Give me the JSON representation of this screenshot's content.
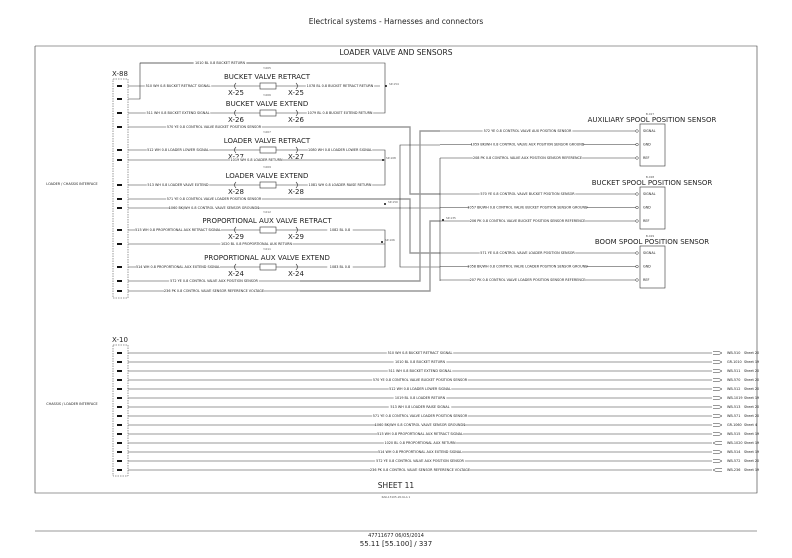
{
  "header": {
    "title": "Electrical systems - Harnesses and connectors"
  },
  "diagram": {
    "title": "LOADER VALVE AND SENSORS",
    "top_connector": "X-88",
    "top_interface": "LOADER / CHASSIS INTERFACE",
    "bottom_connector": "X-10",
    "bottom_interface": "CHASSIS / LOADER INTERFACE",
    "sheet": "SHEET 11",
    "drawing_ref": "RAIL13105-20-KLA   1",
    "splices": [
      "SP-154",
      "SP-108",
      "SP-150",
      "SP-106",
      "SP-135"
    ],
    "valves": [
      {
        "id": "Y-005",
        "name": "BUCKET VALVE RETRACT",
        "conn": "X-25",
        "in": "510 WH 0.8 BUCKET RETRACT SIGNAL",
        "out": "1078 BL 0.8 BUCKET RETRACT RETURN"
      },
      {
        "id": "Y-006",
        "name": "BUCKET VALVE EXTEND",
        "conn": "X-26",
        "in": "511 WH 0.8 BUCKET EXTEND SIGNAL",
        "out": "1079 BL 0.8 BUCKET EXTEND RETURN"
      },
      {
        "id": "Y-007",
        "name": "LOADER VALVE RETRACT",
        "conn": "X-27",
        "in": "512 WH 0.8 LOADER LOWER SIGNAL",
        "out": "1080 WH 0.8 LOADER LOWER SIGNAL"
      },
      {
        "id": "Y-009",
        "name": "LOADER VALVE EXTEND",
        "conn": "X-28",
        "in": "513 WH 0.8 LOADER VALVE EXTEND",
        "out": "1081 WH 0.8 LOADER RAISE RETURN"
      },
      {
        "id": "Y-012",
        "name": "PROPORTIONAL AUX VALVE RETRACT",
        "conn": "X-29",
        "in": "515 WH 0.8 PROPORTIONAL AUX RETRACT SIGNAL",
        "out": "1082 BL 0.8"
      },
      {
        "id": "Y-011",
        "name": "PROPORTIONAL AUX VALVE EXTEND",
        "conn": "X-24",
        "in": "514 WH 0.8 PROPORTIONAL AUX EXTEND SIGNAL",
        "out": "1083 BL 0.8"
      }
    ],
    "other_wires": [
      "1010 BL 0.8 BUCKET RETURN",
      "570 YE 0.8 CONTROL VALVE BUCKET POSITION SENSOR",
      "1019 WH 0.8 LOADER RETURN",
      "571 YE 0.8 CONTROL VALVE LOADER POSITION SENSOR",
      "1060 BK/WH 0.8 CONTROL VALVE SENSOR GROUNDS",
      "1020 BL 0.8 PROPORTIONAL AUX RETURN",
      "572 YE 0.8 CONTROL VALVE AUX POSITION SENSOR",
      "236 PK 0.8 CONTROL VALVE SENSOR REFERENCE VOLTAGE"
    ],
    "sensors": [
      {
        "id": "B-027",
        "name": "AUXILIARY SPOOL POSITION SENSOR",
        "pins": [
          "SIGNAL",
          "GND",
          "REF"
        ],
        "wires": [
          "572 YE 0.8 CONTROL VALVE AUX POSITION SENSOR",
          "1059 BK/WH 0.8 CONTROL VALVE AUX POSITION SENSOR GROUND",
          "208 PK 0.8 CONTROL VALVE AUX POSITION SENSOR REFERENCE"
        ]
      },
      {
        "id": "B-028",
        "name": "BUCKET SPOOL POSITION SENSOR",
        "pins": [
          "SIGNAL",
          "GND",
          "REF"
        ],
        "wires": [
          "570 YE 0.8 CONTROL VALVE BUCKET POSITION SENSOR",
          "1057 BK/WH 0.8 CONTROL VALVE BUCKET POSITION SENSOR GROUND",
          "206 PK 0.8 CONTROL VALVE BUCKET POSITION SENSOR REFERENCE"
        ]
      },
      {
        "id": "B-029",
        "name": "BOOM SPOOL POSITION SENSOR",
        "pins": [
          "SIGNAL",
          "GND",
          "REF"
        ],
        "wires": [
          "571 YE 0.8 CONTROL VALVE LOADER POSITION SENSOR",
          "1058 BK/WH 0.8 CONTROL VALVE LOADER POSITION SENSOR GROUND",
          "207 PK 0.8 CONTROL VALVE LOADER POSITION SENSOR REFERENCE"
        ]
      }
    ],
    "chassis_wires": [
      {
        "label": "510 WH 0.8 BUCKET RETRACT SIGNAL",
        "ref": "WB-510",
        "sheet": "Sheet 20",
        "dir": "out"
      },
      {
        "label": "1010 BL 0.8 BUCKET RETURN",
        "ref": "GR-1010",
        "sheet": "Sheet 19",
        "dir": "out"
      },
      {
        "label": "511 WH 0.8 BUCKET EXTEND SIGNAL",
        "ref": "WB-511",
        "sheet": "Sheet 20",
        "dir": "out"
      },
      {
        "label": "570 YE 0.8 CONTROL VALVE BUCKET POSITION SENSOR",
        "ref": "WB-570",
        "sheet": "Sheet 20",
        "dir": "out"
      },
      {
        "label": "512 WH 0.8 LOADER LOWER SIGNAL",
        "ref": "WB-512",
        "sheet": "Sheet 20",
        "dir": "out"
      },
      {
        "label": "1019 BL 0.8 LOADER RETURN",
        "ref": "WB-1019",
        "sheet": "Sheet 19",
        "dir": "out"
      },
      {
        "label": "513 WH 0.8 LOADER RAISE SIGNAL",
        "ref": "WB-513",
        "sheet": "Sheet 20",
        "dir": "out"
      },
      {
        "label": "571 YE 0.8 CONTROL VALVE LOADER POSITION SENSOR",
        "ref": "WB-571",
        "sheet": "Sheet 20",
        "dir": "out"
      },
      {
        "label": "1060 BK/WH 0.8 CONTROL VALVE SENSOR GROUNDS",
        "ref": "GR-1060",
        "sheet": "Sheet 4",
        "dir": "out"
      },
      {
        "label": "515 WH 0.8 PROPORTIONAL AUX RETRACT SIGNAL",
        "ref": "WB-515",
        "sheet": "Sheet 19",
        "dir": "out"
      },
      {
        "label": "1020 BL 0.8 PROPORTIONAL AUX RETURN",
        "ref": "WB-1020",
        "sheet": "Sheet 19",
        "dir": "in"
      },
      {
        "label": "514 WH 0.8 PROPORTIONAL AUX EXTEND SIGNAL",
        "ref": "WB-514",
        "sheet": "Sheet 19",
        "dir": "out"
      },
      {
        "label": "572 YE 0.8 CONTROL VALVE AUX POSITION SENSOR",
        "ref": "WB-572",
        "sheet": "Sheet 20",
        "dir": "out"
      },
      {
        "label": "236 PK 0.8 CONTROL VALVE SENSOR REFERENCE VOLTAGE",
        "ref": "WB-236",
        "sheet": "Sheet 19",
        "dir": "in"
      }
    ]
  },
  "footer": {
    "doc": "47711677 06/05/2014",
    "page": "55.11 [55.100] / 337"
  }
}
